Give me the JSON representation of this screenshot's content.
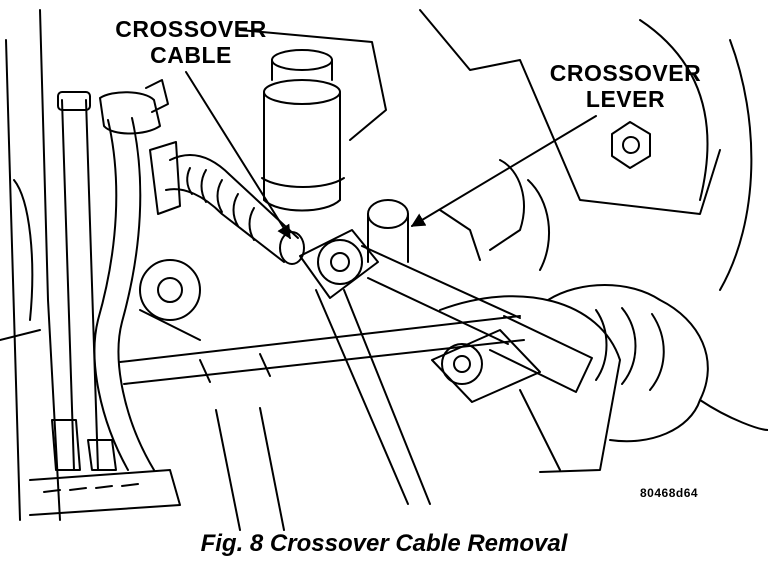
{
  "callouts": {
    "crossover_cable": [
      "CROSSOVER",
      "CABLE"
    ],
    "crossover_lever": [
      "CROSSOVER",
      "LEVER"
    ]
  },
  "part_number": "80468d64",
  "caption": "Fig. 8 Crossover Cable Removal"
}
